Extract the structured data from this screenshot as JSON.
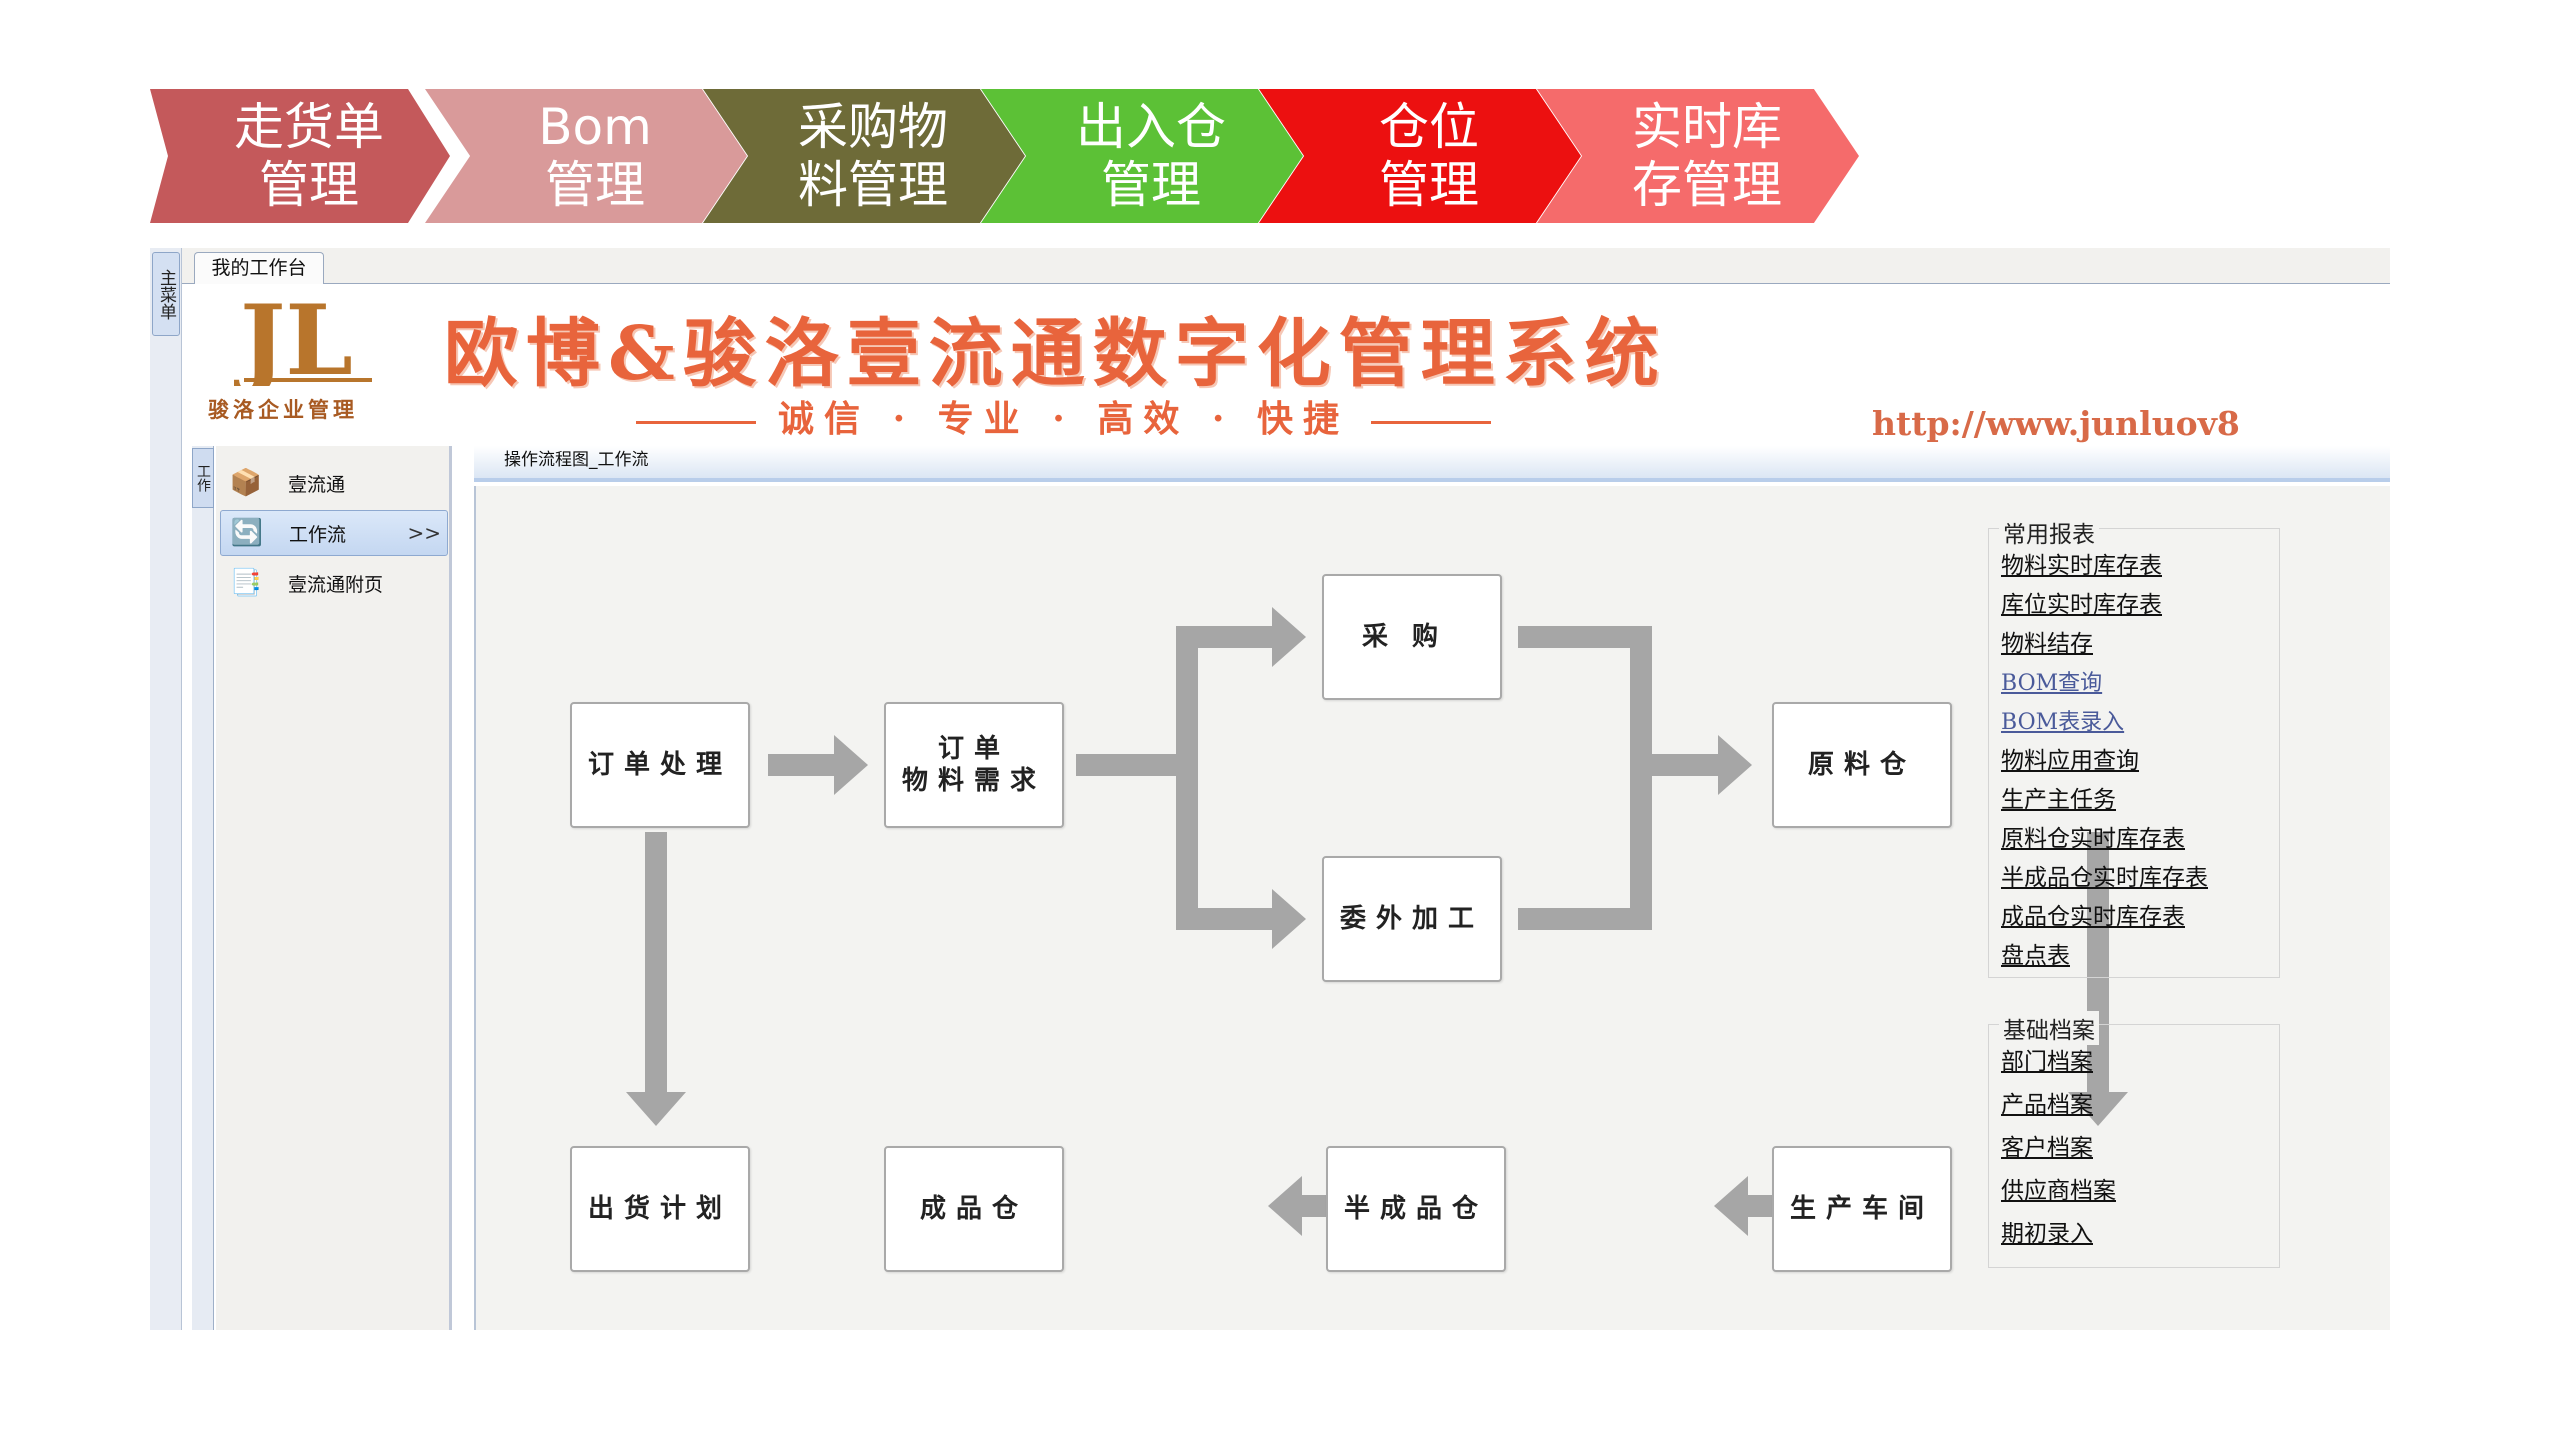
{
  "process_steps": [
    {
      "line1": "走货单",
      "line2": "管理",
      "color": "#c4595b"
    },
    {
      "line1": "Bom",
      "line2": "管理",
      "color": "#d99a9a"
    },
    {
      "line1": "采购物",
      "line2": "料管理",
      "color": "#6e6b38"
    },
    {
      "line1": "出入仓",
      "line2": "管理",
      "color": "#5cc136"
    },
    {
      "line1": "仓位",
      "line2": "管理",
      "color": "#ec1010"
    },
    {
      "line1": "实时库",
      "line2": "存管理",
      "color": "#f56b6b"
    }
  ],
  "left_rail": {
    "label": "主菜单"
  },
  "tab": {
    "label": "我的工作台"
  },
  "banner": {
    "logo_letters": "JL",
    "logo_sub": "骏洛企业管理",
    "title": "欧博&骏洛壹流通数字化管理系统",
    "slogan_1": "诚信",
    "slogan_2": "专业",
    "slogan_3": "高效",
    "slogan_4": "快捷",
    "slogan_dot": "·",
    "url": "http://www.junluov8"
  },
  "nav": {
    "rail_label": "工作",
    "items": [
      {
        "label": "壹流通",
        "icon": "📦"
      },
      {
        "label": "工作流",
        "icon": "🔄"
      },
      {
        "label": "壹流通附页",
        "icon": "📑"
      }
    ],
    "more": ">>"
  },
  "workflow": {
    "header": "操作流程图_工作流",
    "nodes": {
      "order": "订单处理",
      "req_1": "订单",
      "req_2": "物料需求",
      "purchase": "采购",
      "outsource": "委外加工",
      "raw": "原料仓",
      "ship": "出货计划",
      "finished": "成品仓",
      "semi": "半成品仓",
      "workshop": "生产车间"
    }
  },
  "reports": {
    "common_title": "常用报表",
    "common": [
      "物料实时库存表",
      "库位实时库存表",
      "物料结存",
      "BOM查询",
      "BOM表录入",
      "物料应用查询",
      "生产主任务",
      "原料仓实时库存表",
      "半成品仓实时库存表",
      "成品仓实时库存表",
      "盘点表"
    ],
    "base_title": "基础档案",
    "base": [
      "部门档案",
      "产品档案",
      "客户档案",
      "供应商档案",
      "期初录入"
    ]
  }
}
